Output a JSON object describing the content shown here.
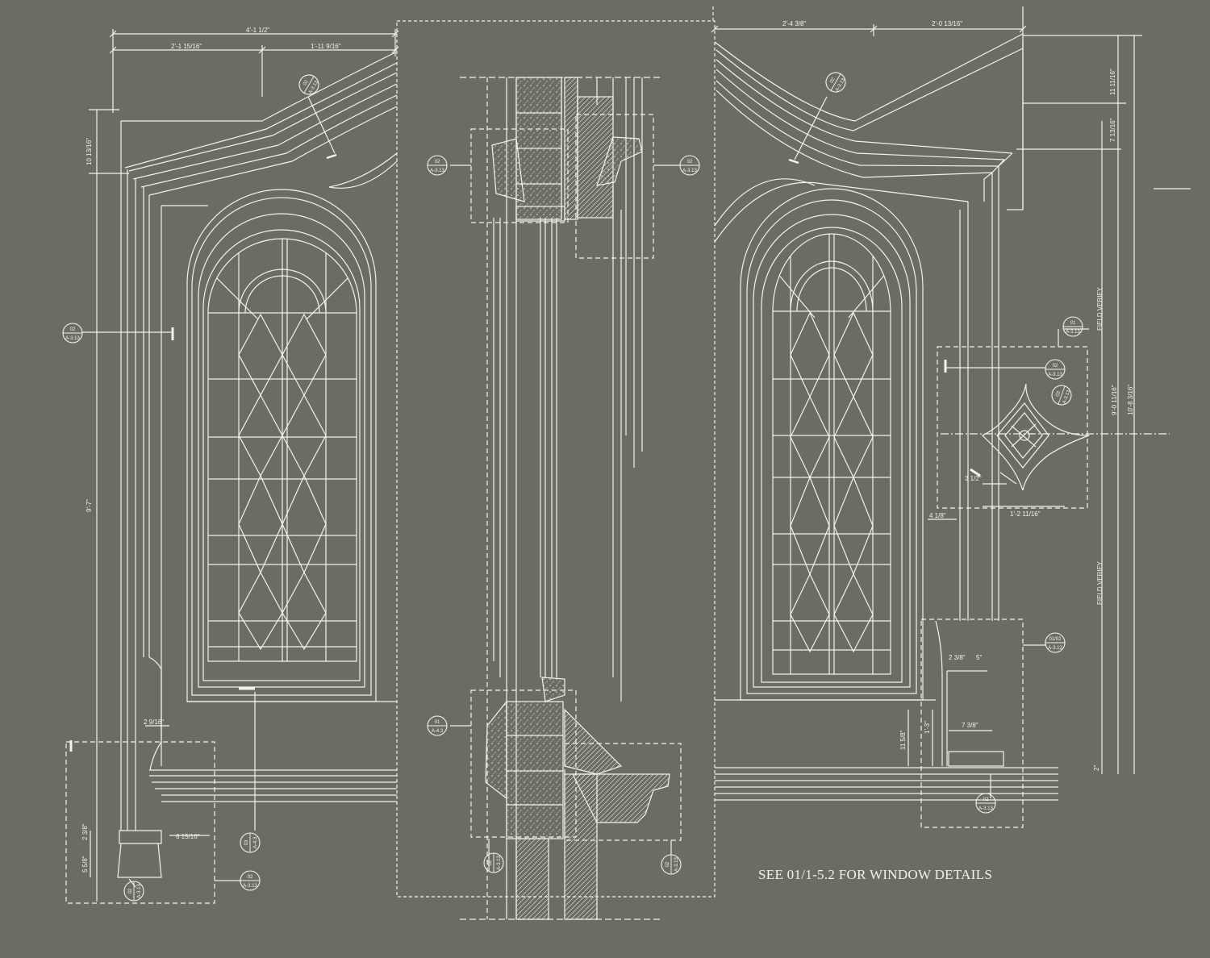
{
  "colors": {
    "background": "#6a6d62",
    "linework": "#f3f3ee"
  },
  "note": "SEE 01/1-5.2 FOR WINDOW DETAILS",
  "dimensions": {
    "overall_left": "4'-1 1/2\"",
    "left_a": "2'-1 15/16\"",
    "left_b": "1'-11 9/16\"",
    "left_head": "10 13/16\"",
    "left_height": "9'-7\"",
    "left_base_a": "2 9/16\"",
    "left_base_b": "2 3/8\"",
    "left_base_c": "5 5/8\"",
    "left_base_d": "6 15/16\"",
    "right_a": "2'-4 3/8\"",
    "right_b": "2'-0 13/16\"",
    "right_head_a": "11 11/16\"",
    "right_head_b": "7 13/16\"",
    "right_h_a": "9'-0 11/16\"",
    "right_h_b": "10'-8 3/16\"",
    "field_verify_a": "FIELD VERIFY",
    "field_verify_b": "FIELD VERIFY",
    "ornament_w": "1'-2 11/16\"",
    "ornament_off": "3 1/2\"",
    "ornament_side": "4 1/8\"",
    "sill_a": "2 3/8\"",
    "sill_b": "5\"",
    "sill_c": "11 5/8\"",
    "sill_d": "1'-3\"",
    "sill_e": "7 3/8\"",
    "sill_f": "2\""
  },
  "tags": {
    "t1": {
      "num": "02",
      "sheet": "A-3.13"
    },
    "t2": {
      "num": "02",
      "sheet": "A-3.13"
    },
    "t3": {
      "num": "02",
      "sheet": "A-3.13"
    },
    "t4": {
      "num": "02",
      "sheet": "A-3.13"
    },
    "t5": {
      "num": "02",
      "sheet": "A-3.13"
    },
    "t6": {
      "num": "01",
      "sheet": "A-4.3"
    },
    "t7": {
      "num": "03",
      "sheet": "A-4.3"
    },
    "t8": {
      "num": "01",
      "sheet": "A-3.13"
    },
    "t9": {
      "num": "02",
      "sheet": "A-3.13"
    },
    "t10": {
      "num": "03",
      "sheet": "A-3.13"
    },
    "t11": {
      "num": "01/02",
      "sheet": "A-3.12"
    },
    "t12": {
      "num": "02",
      "sheet": "A-3.13"
    },
    "t13": {
      "num": "02",
      "sheet": "A-3.13"
    },
    "t14": {
      "num": "02",
      "sheet": "A-3.13"
    },
    "t15": {
      "num": "02",
      "sheet": "A-3.13"
    },
    "t16": {
      "num": "02",
      "sheet": "A-3.13"
    }
  }
}
